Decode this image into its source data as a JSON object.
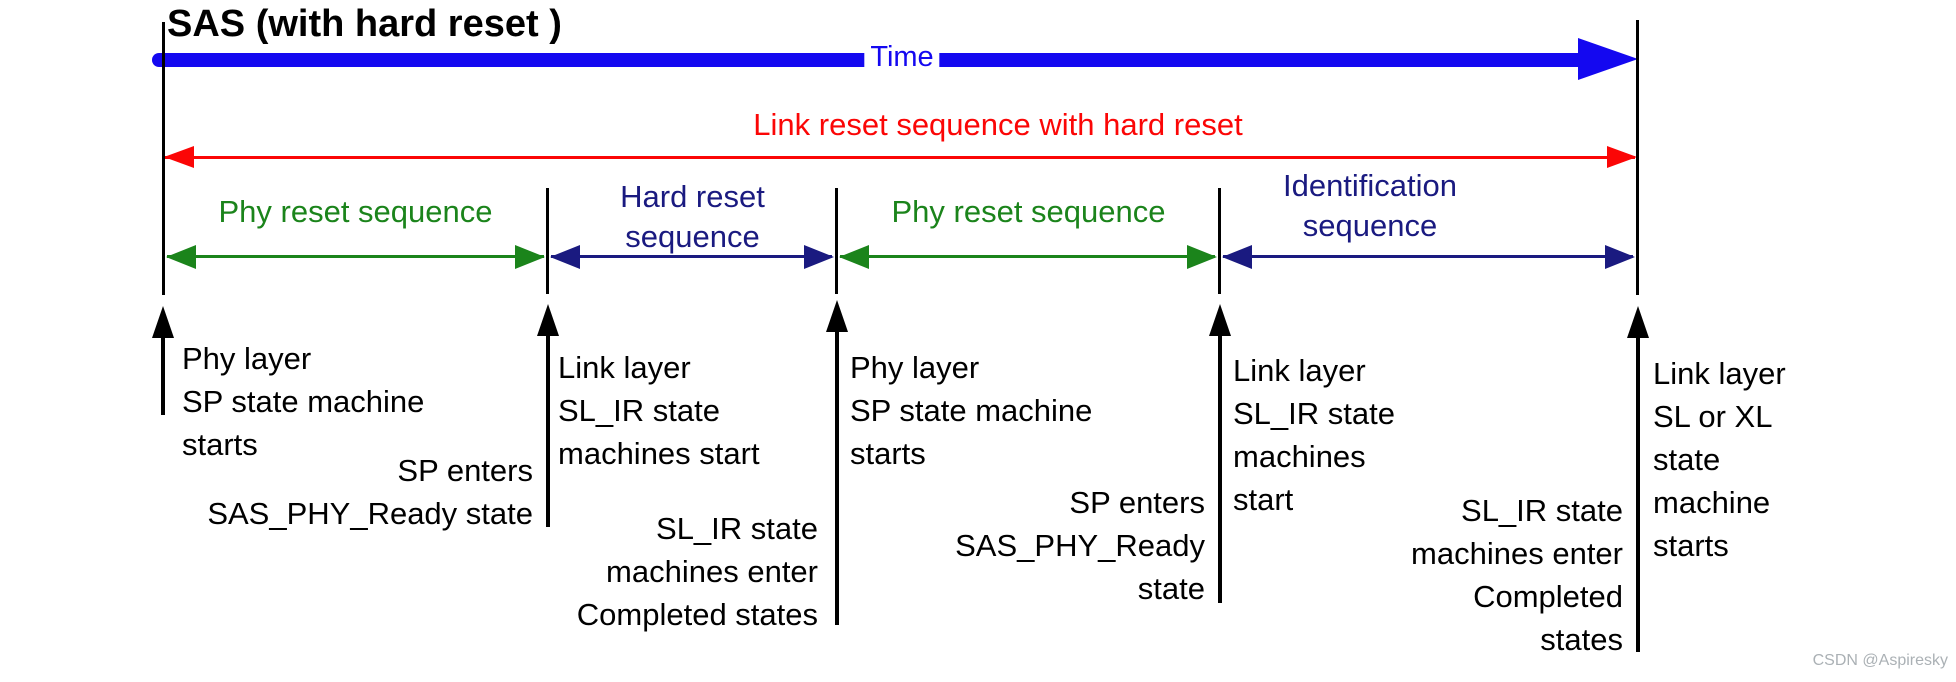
{
  "title": "SAS (with hard reset )",
  "colors": {
    "timeline_blue": "#1408f0",
    "reset_red": "#fb0606",
    "phy_green": "#1b841b",
    "seq_navy": "#1a1a80",
    "ink_black": "#000000",
    "watermark_gray": "#abb1b5"
  },
  "timeline": {
    "label": "Time"
  },
  "link_reset_arrow": {
    "label": "Link reset sequence with hard reset"
  },
  "segments": [
    {
      "lines": [
        "Phy reset sequence"
      ]
    },
    {
      "lines": [
        "Hard reset",
        "sequence"
      ]
    },
    {
      "lines": [
        "Phy reset sequence"
      ]
    },
    {
      "lines": [
        "Identification",
        "sequence"
      ]
    }
  ],
  "annotations": {
    "phy1_start": {
      "lines": [
        "Phy layer",
        "SP state machine",
        "starts"
      ]
    },
    "phy1_end": {
      "lines": [
        "SP enters",
        "SAS_PHY_Ready state"
      ]
    },
    "hard_reset_start": {
      "lines": [
        "Link layer",
        "SL_IR state",
        "machines start"
      ]
    },
    "hard_reset_end": {
      "lines": [
        "SL_IR state",
        "machines enter",
        "Completed states"
      ]
    },
    "phy2_start": {
      "lines": [
        "Phy layer",
        "SP state machine",
        "starts"
      ]
    },
    "phy2_end": {
      "lines": [
        "SP enters",
        "SAS_PHY_Ready",
        "state"
      ]
    },
    "ident_start": {
      "lines": [
        "Link layer",
        "SL_IR state",
        "machines",
        "start"
      ]
    },
    "ident_end": {
      "lines": [
        "SL_IR state",
        "machines enter",
        "Completed",
        "states"
      ]
    },
    "final_start": {
      "lines": [
        "Link layer",
        "SL or XL",
        "state",
        "machine",
        "starts"
      ]
    }
  },
  "watermark": "CSDN @Aspiresky"
}
